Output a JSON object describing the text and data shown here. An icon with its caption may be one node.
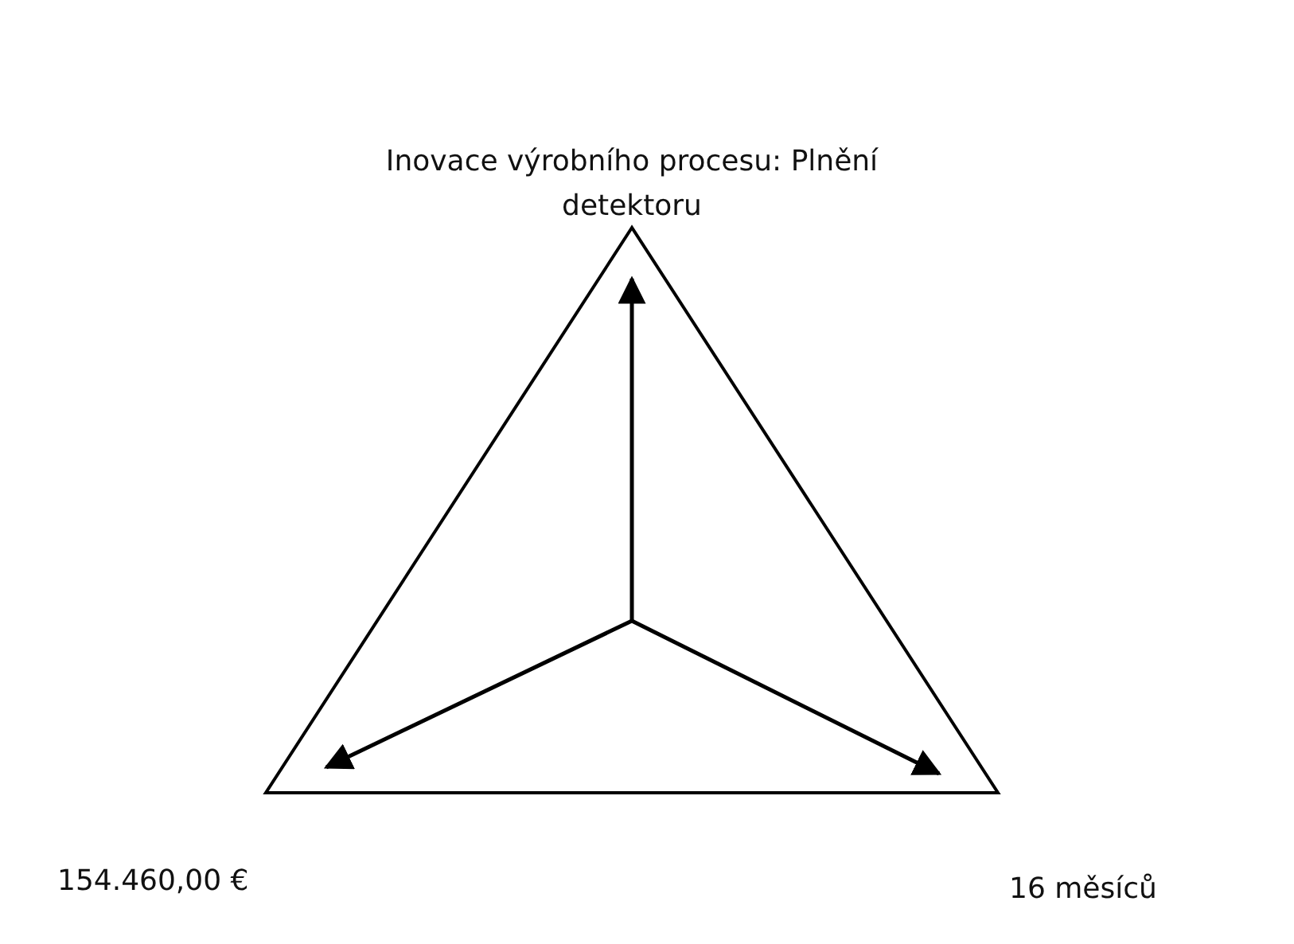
{
  "diagram": {
    "nodes": [
      {
        "text": [
          "Inovace výrobního procesu: Plnění detektoru"
        ]
      },
      {
        "text": [
          "154.460,00 €"
        ]
      },
      {
        "text": [
          "16 měsíců"
        ]
      }
    ],
    "edges": [
      {
        "from": null,
        "to": 0,
        "arrow": "to"
      },
      {
        "from": null,
        "to": 1,
        "arrow": "to"
      },
      {
        "from": null,
        "to": 2,
        "arrow": "to"
      }
    ]
  }
}
